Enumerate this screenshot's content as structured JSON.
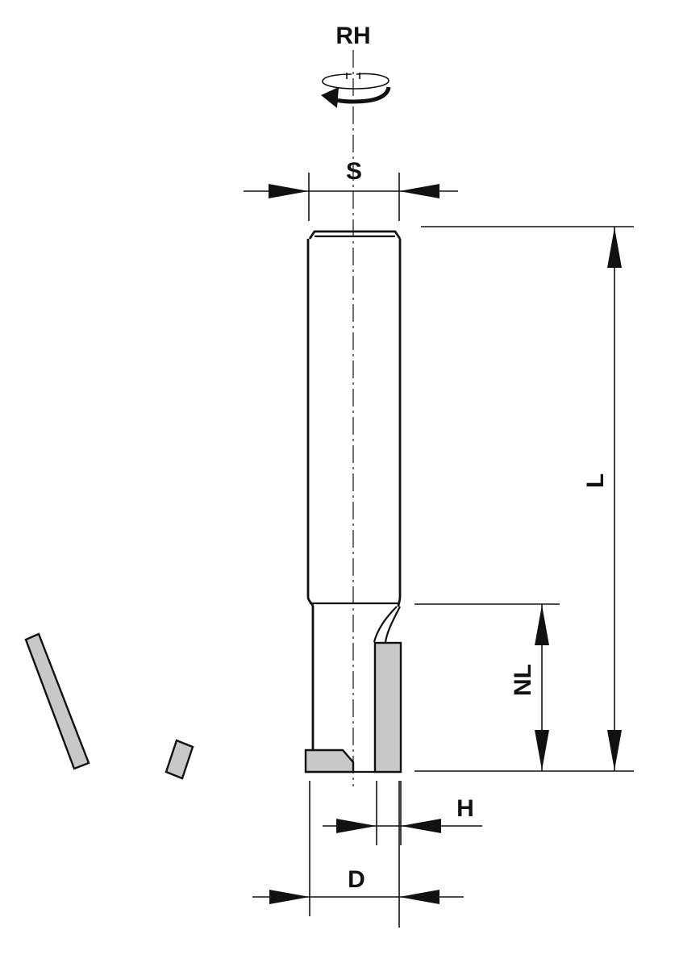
{
  "labels": {
    "rotation": "RH",
    "shank_diameter": "S",
    "total_length": "L",
    "cutting_length": "NL",
    "insert_thickness": "H",
    "cutting_diameter": "D"
  },
  "colors": {
    "line": "#111111",
    "insert_fill": "#c8c8c8",
    "background": "#ffffff"
  }
}
